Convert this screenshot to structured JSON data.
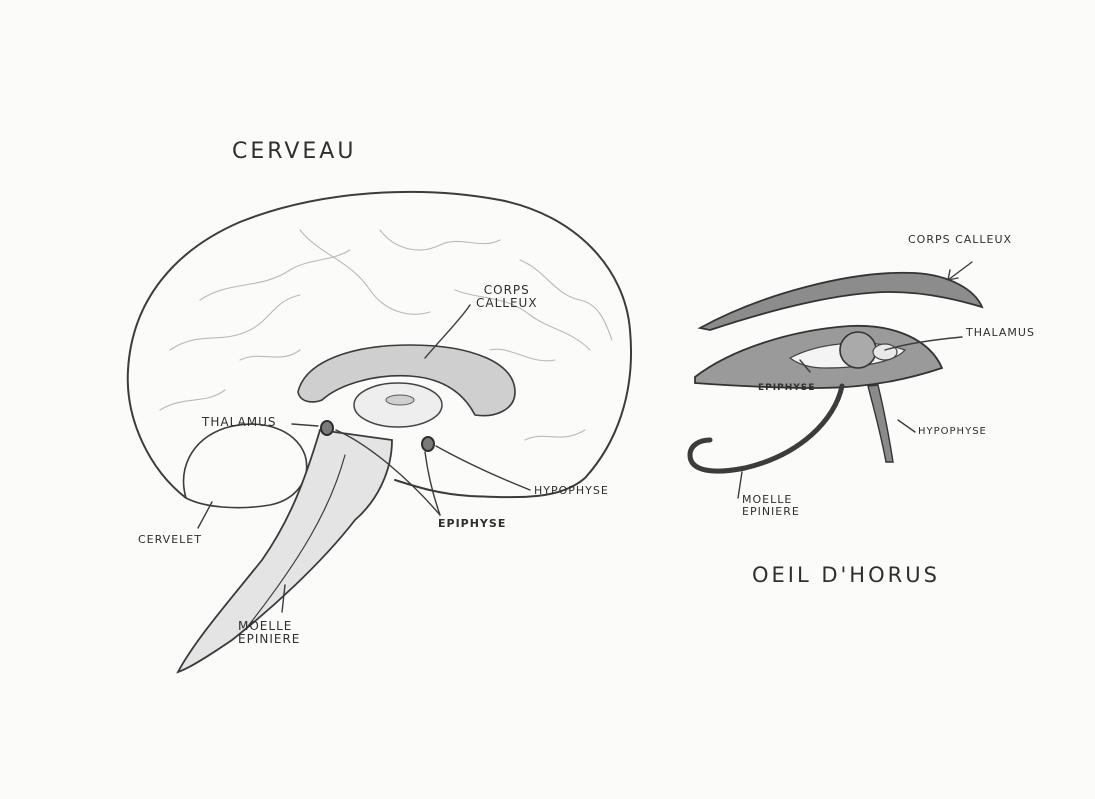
{
  "brain": {
    "title": "CERVEAU",
    "labels": {
      "corps_calleux": [
        "CORPS",
        "CALLEUX"
      ],
      "thalamus": "THALAMUS",
      "hypophyse": "HYPOPHYSE",
      "epiphyse": "EPIPHYSE",
      "cervelet": "CERVELET",
      "moelle_epiniere": [
        "MOELLE",
        "EPINIERE"
      ]
    }
  },
  "horus": {
    "title": "OEIL D'HORUS",
    "labels": {
      "corps_calleux": "CORPS CALLEUX",
      "thalamus": "THALAMUS",
      "epiphyse": "EPIPHYSE",
      "hypophyse": "HYPOPHYSE",
      "moelle_epiniere": [
        "MOELLE",
        "EPINIERE"
      ]
    }
  }
}
